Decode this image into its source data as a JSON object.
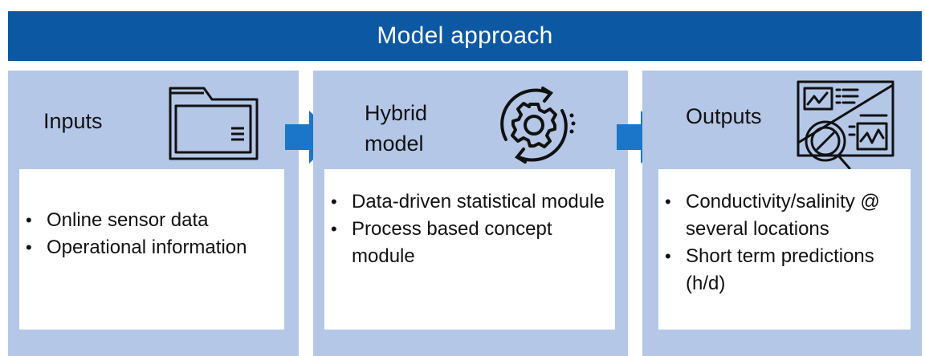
{
  "banner": {
    "title": "Model approach"
  },
  "panels": [
    {
      "title_lines": [
        "Inputs"
      ],
      "icon": "folder-icon",
      "bullets": [
        "Online sensor data",
        "Operational information"
      ]
    },
    {
      "title_lines": [
        "Hybrid",
        "model"
      ],
      "icon": "gear-cycle-icon",
      "bullets": [
        "Data-driven statistical module",
        "Process based concept module"
      ]
    },
    {
      "title_lines": [
        "Outputs"
      ],
      "icon": "report-analysis-icon",
      "bullets": [
        "Conductivity/salinity @ several locations",
        "Short term predictions (h/d)"
      ]
    }
  ],
  "colors": {
    "banner": "#0c58a2",
    "panel": "#b4c7e7",
    "arrow": "#1b76c9",
    "text": "#111111"
  }
}
